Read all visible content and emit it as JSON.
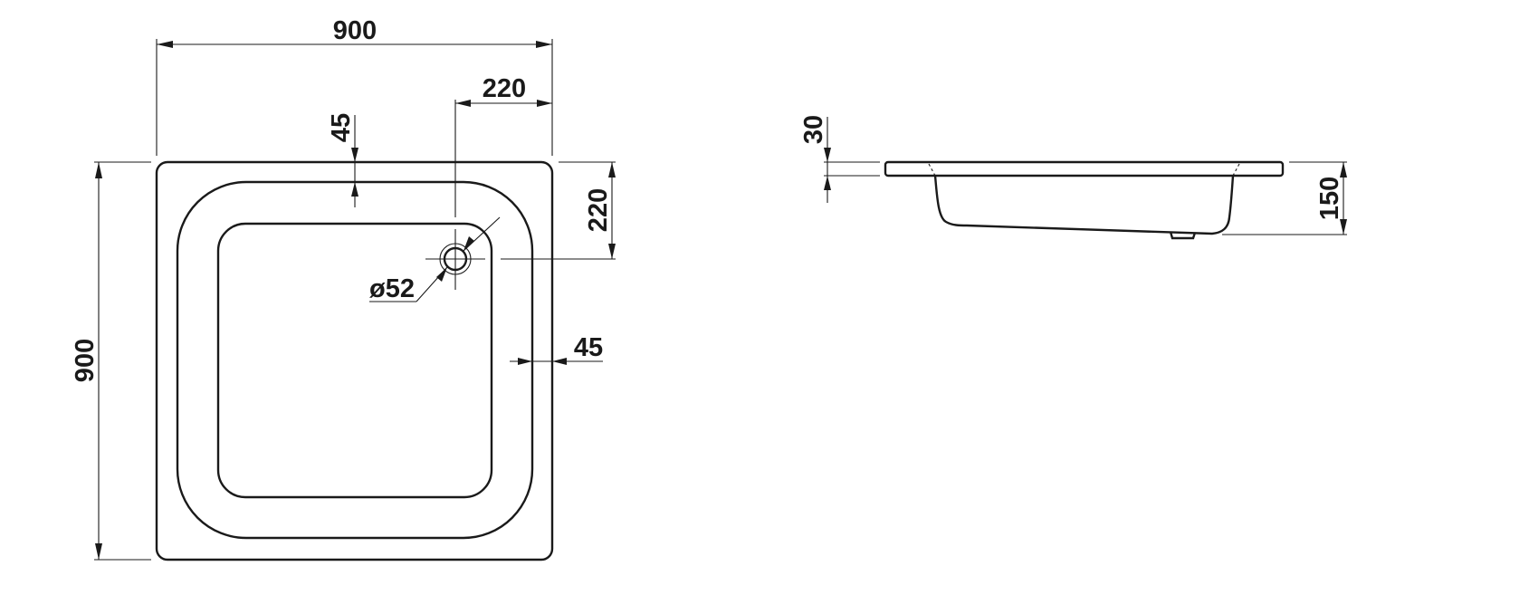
{
  "plan_view": {
    "overall_width": "900",
    "overall_depth": "900",
    "drain_offset_x": "220",
    "drain_offset_y": "220",
    "rim_top": "45",
    "rim_side": "45",
    "drain_diameter": "ø52"
  },
  "side_view": {
    "rim_thickness": "30",
    "total_height": "150"
  },
  "colors": {
    "line": "#1a1a1a",
    "background": "#ffffff"
  }
}
